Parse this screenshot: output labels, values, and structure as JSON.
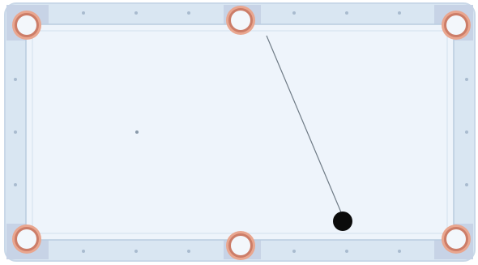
{
  "game": {
    "type": "billiards-table",
    "palette": {
      "rail": "#d9e6f2",
      "rail_edge": "#c9d8e8",
      "felt": "#eef4fb",
      "cushion_line": "#b9cce0",
      "pocket_outer": "#e9a68f",
      "pocket_ring": "#cc7d68",
      "pocket_inner": "#f3f7fb",
      "corner_block": "#c7d3e6",
      "diamond": "#a9bbcf",
      "cue_line": "#6f7b86",
      "ball_black": "#0b0b0b",
      "spot": "#8a9aaa"
    },
    "pockets": [
      {
        "name": "pocket-top-left"
      },
      {
        "name": "pocket-top-middle"
      },
      {
        "name": "pocket-top-right"
      },
      {
        "name": "pocket-bottom-left"
      },
      {
        "name": "pocket-bottom-middle"
      },
      {
        "name": "pocket-bottom-right"
      }
    ],
    "balls": [
      {
        "name": "black-ball",
        "color": "#0b0b0b"
      }
    ]
  }
}
